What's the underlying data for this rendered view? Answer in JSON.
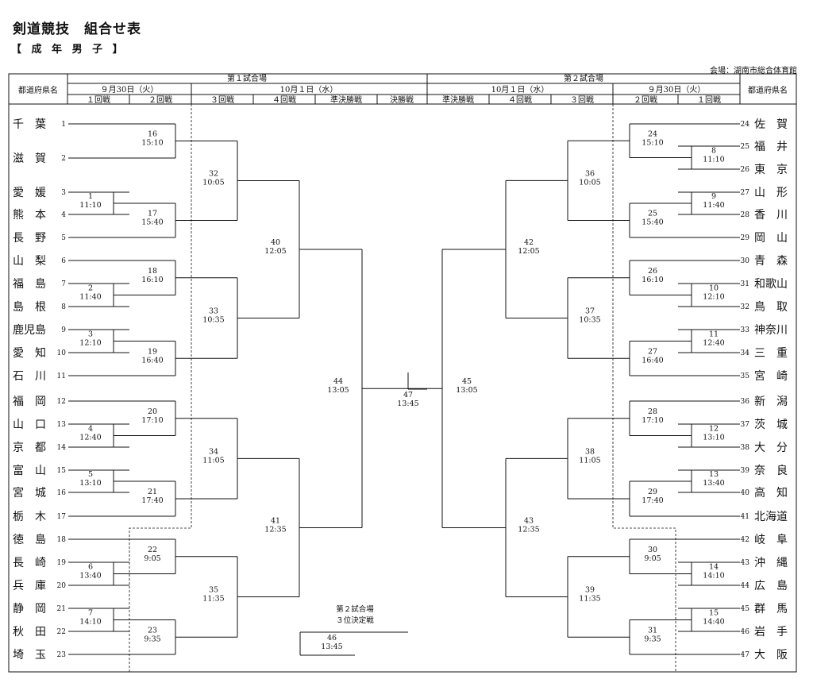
{
  "page": {
    "title": "剣道競技　組合せ表",
    "subtitle": "【 成 年 男 子 】",
    "venue": "会場：湖南市総合体育館"
  },
  "header": {
    "pref_col": "都道府県名",
    "venue1": "第１試合場",
    "venue2": "第２試合場",
    "date_sep30": "９月30日（火）",
    "date_oct1": "10月１日（水）",
    "rounds": {
      "r1": "１回戦",
      "r2": "２回戦",
      "r3": "３回戦",
      "r4": "４回戦",
      "semi": "準決勝戦",
      "final": "決勝戦"
    }
  },
  "left_teams": [
    {
      "n": "1",
      "name": "千　葉"
    },
    {
      "n": "2",
      "name": "滋　賀"
    },
    {
      "n": "3",
      "name": "愛　媛"
    },
    {
      "n": "4",
      "name": "熊　本"
    },
    {
      "n": "5",
      "name": "長　野"
    },
    {
      "n": "6",
      "name": "山　梨"
    },
    {
      "n": "7",
      "name": "福　島"
    },
    {
      "n": "8",
      "name": "島　根"
    },
    {
      "n": "9",
      "name": "鹿児島"
    },
    {
      "n": "10",
      "name": "愛　知"
    },
    {
      "n": "11",
      "name": "石　川"
    },
    {
      "n": "12",
      "name": "福　岡"
    },
    {
      "n": "13",
      "name": "山　口"
    },
    {
      "n": "14",
      "name": "京　都"
    },
    {
      "n": "15",
      "name": "富　山"
    },
    {
      "n": "16",
      "name": "宮　城"
    },
    {
      "n": "17",
      "name": "栃　木"
    },
    {
      "n": "18",
      "name": "徳　島"
    },
    {
      "n": "19",
      "name": "長　崎"
    },
    {
      "n": "20",
      "name": "兵　庫"
    },
    {
      "n": "21",
      "name": "静　岡"
    },
    {
      "n": "22",
      "name": "秋　田"
    },
    {
      "n": "23",
      "name": "埼　玉"
    }
  ],
  "right_teams": [
    {
      "n": "24",
      "name": "佐　賀"
    },
    {
      "n": "25",
      "name": "福　井"
    },
    {
      "n": "26",
      "name": "東　京"
    },
    {
      "n": "27",
      "name": "山　形"
    },
    {
      "n": "28",
      "name": "香　川"
    },
    {
      "n": "29",
      "name": "岡　山"
    },
    {
      "n": "30",
      "name": "青　森"
    },
    {
      "n": "31",
      "name": "和歌山"
    },
    {
      "n": "32",
      "name": "鳥　取"
    },
    {
      "n": "33",
      "name": "神奈川"
    },
    {
      "n": "34",
      "name": "三　重"
    },
    {
      "n": "35",
      "name": "宮　崎"
    },
    {
      "n": "36",
      "name": "新　潟"
    },
    {
      "n": "37",
      "name": "茨　城"
    },
    {
      "n": "38",
      "name": "大　分"
    },
    {
      "n": "39",
      "name": "奈　良"
    },
    {
      "n": "40",
      "name": "高　知"
    },
    {
      "n": "41",
      "name": "北海道"
    },
    {
      "n": "42",
      "name": "岐　阜"
    },
    {
      "n": "43",
      "name": "沖　縄"
    },
    {
      "n": "44",
      "name": "広　島"
    },
    {
      "n": "45",
      "name": "群　馬"
    },
    {
      "n": "46",
      "name": "岩　手"
    },
    {
      "n": "47",
      "name": "大　阪"
    }
  ],
  "matches": {
    "m1": {
      "no": "1",
      "time": "11:10"
    },
    "m2": {
      "no": "2",
      "time": "11:40"
    },
    "m3": {
      "no": "3",
      "time": "12:10"
    },
    "m4": {
      "no": "4",
      "time": "12:40"
    },
    "m5": {
      "no": "5",
      "time": "13:10"
    },
    "m6": {
      "no": "6",
      "time": "13:40"
    },
    "m7": {
      "no": "7",
      "time": "14:10"
    },
    "m8": {
      "no": "8",
      "time": "11:10"
    },
    "m9": {
      "no": "9",
      "time": "11:40"
    },
    "m10": {
      "no": "10",
      "time": "12:10"
    },
    "m11": {
      "no": "11",
      "time": "12:40"
    },
    "m12": {
      "no": "12",
      "time": "13:10"
    },
    "m13": {
      "no": "13",
      "time": "13:40"
    },
    "m14": {
      "no": "14",
      "time": "14:10"
    },
    "m15": {
      "no": "15",
      "time": "14:40"
    },
    "m16": {
      "no": "16",
      "time": "15:10"
    },
    "m17": {
      "no": "17",
      "time": "15:40"
    },
    "m18": {
      "no": "18",
      "time": "16:10"
    },
    "m19": {
      "no": "19",
      "time": "16:40"
    },
    "m20": {
      "no": "20",
      "time": "17:10"
    },
    "m21": {
      "no": "21",
      "time": "17:40"
    },
    "m22": {
      "no": "22",
      "time": "9:05"
    },
    "m23": {
      "no": "23",
      "time": "9:35"
    },
    "m24": {
      "no": "24",
      "time": "15:10"
    },
    "m25": {
      "no": "25",
      "time": "15:40"
    },
    "m26": {
      "no": "26",
      "time": "16:10"
    },
    "m27": {
      "no": "27",
      "time": "16:40"
    },
    "m28": {
      "no": "28",
      "time": "17:10"
    },
    "m29": {
      "no": "29",
      "time": "17:40"
    },
    "m30": {
      "no": "30",
      "time": "9:05"
    },
    "m31": {
      "no": "31",
      "time": "9:35"
    },
    "m32": {
      "no": "32",
      "time": "10:05"
    },
    "m33": {
      "no": "33",
      "time": "10:35"
    },
    "m34": {
      "no": "34",
      "time": "11:05"
    },
    "m35": {
      "no": "35",
      "time": "11:35"
    },
    "m36": {
      "no": "36",
      "time": "10:05"
    },
    "m37": {
      "no": "37",
      "time": "10:35"
    },
    "m38": {
      "no": "38",
      "time": "11:05"
    },
    "m39": {
      "no": "39",
      "time": "11:35"
    },
    "m40": {
      "no": "40",
      "time": "12:05"
    },
    "m41": {
      "no": "41",
      "time": "12:35"
    },
    "m42": {
      "no": "42",
      "time": "12:05"
    },
    "m43": {
      "no": "43",
      "time": "12:35"
    },
    "m44": {
      "no": "44",
      "time": "13:05"
    },
    "m45": {
      "no": "45",
      "time": "13:05"
    },
    "m46": {
      "no": "46",
      "time": "13:45"
    },
    "m47": {
      "no": "47",
      "time": "13:45"
    }
  },
  "third_place": {
    "venue": "第２試合場",
    "label": "３位決定戦"
  }
}
